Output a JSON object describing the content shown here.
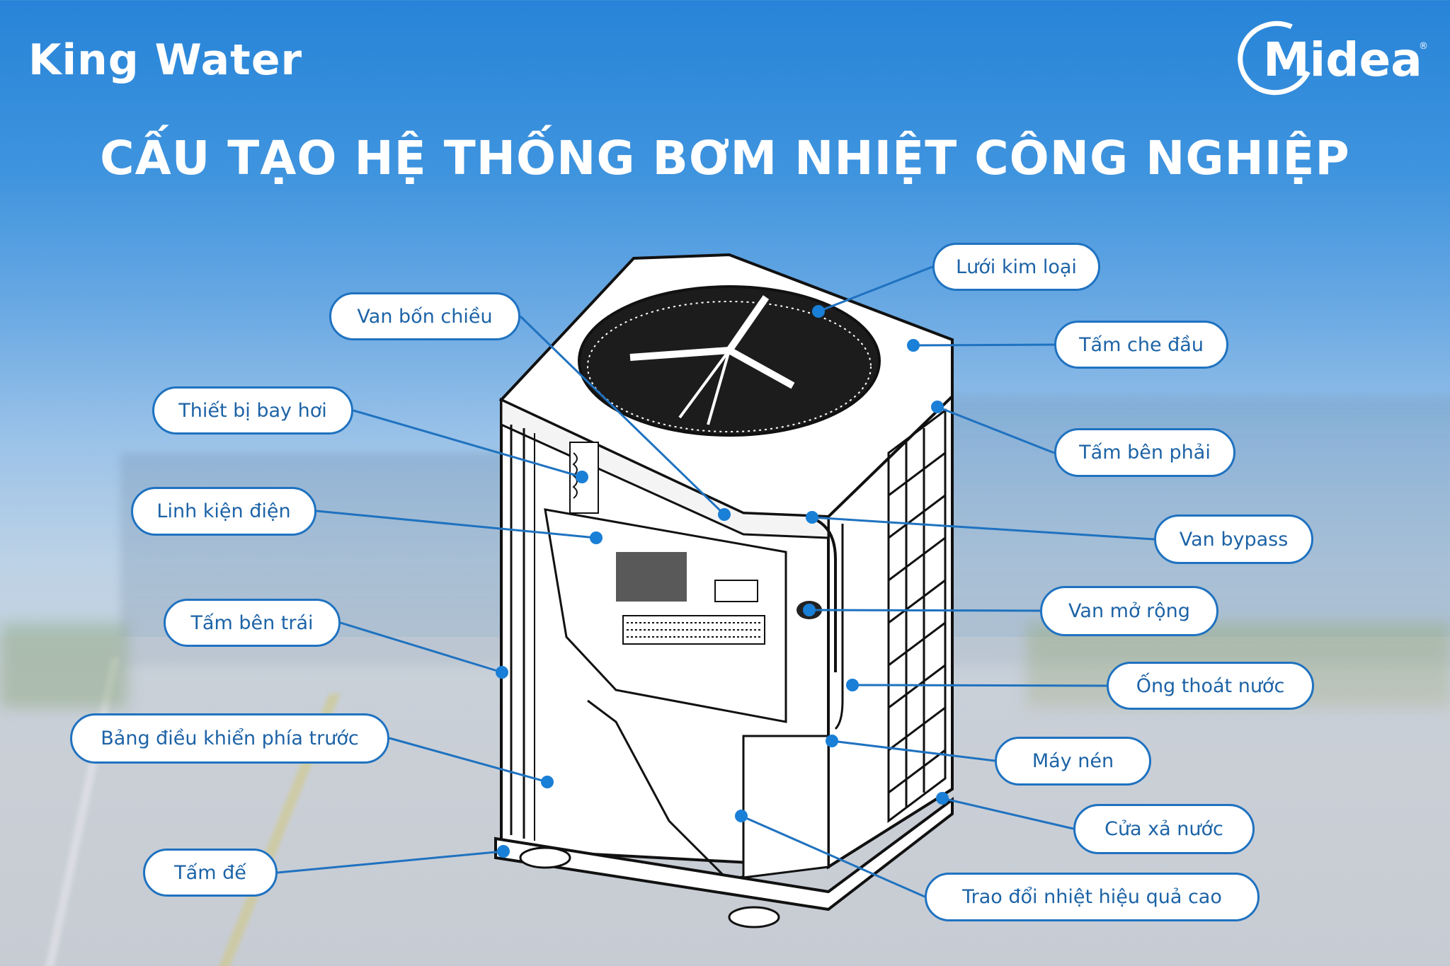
{
  "brand": {
    "left_logo": "King Water",
    "right_logo": "Midea",
    "right_logo_mark": "®"
  },
  "title": "CẤU TẠO HỆ THỐNG BƠM NHIỆT CÔNG NGHIỆP",
  "colors": {
    "accent": "#1f72c0",
    "label_text": "#1d63a6",
    "dot": "#1a7fd6",
    "title_text": "#ffffff"
  },
  "labels": [
    {
      "id": "van-bon-chieu",
      "text": "Van bốn chiều"
    },
    {
      "id": "thiet-bi-bay-hoi",
      "text": "Thiết bị bay hơi"
    },
    {
      "id": "linh-kien-dien",
      "text": "Linh kiện điện"
    },
    {
      "id": "tam-ben-trai",
      "text": "Tấm bên trái"
    },
    {
      "id": "bang-dieu-khien-phia-truoc",
      "text": "Bảng điều khiển phía trước"
    },
    {
      "id": "tam-de",
      "text": "Tấm đế"
    },
    {
      "id": "luoi-kim-loai",
      "text": "Lưới kim loại"
    },
    {
      "id": "tam-che-dau",
      "text": "Tấm che đầu"
    },
    {
      "id": "tam-ben-phai",
      "text": "Tấm bên phải"
    },
    {
      "id": "van-bypass",
      "text": "Van bypass"
    },
    {
      "id": "van-mo-rong",
      "text": "Van mở rộng"
    },
    {
      "id": "ong-thoat-nuoc",
      "text": "Ống thoát nước"
    },
    {
      "id": "may-nen",
      "text": "Máy nén"
    },
    {
      "id": "cua-xa-nuoc",
      "text": "Cửa xả nước"
    },
    {
      "id": "trao-doi-nhiet",
      "text": "Trao đổi nhiệt hiệu quả cao"
    }
  ]
}
